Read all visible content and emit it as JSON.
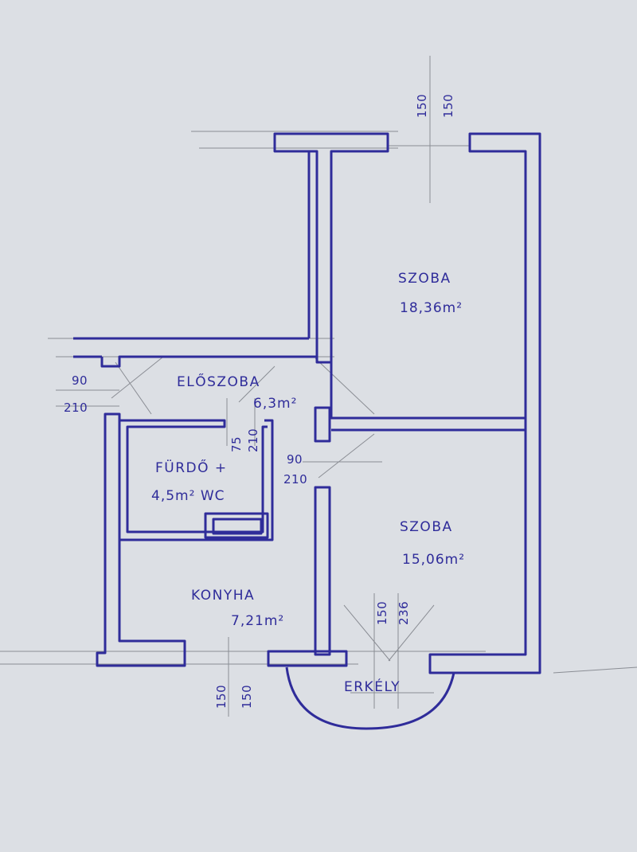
{
  "sheet": {
    "paper_color": "#dcdfe4",
    "ink_color": "#2f2c9a",
    "pencil_color": "#8a8d94"
  },
  "rooms": {
    "szoba_top": {
      "name": "SZOBA",
      "area": "18,36m²"
    },
    "eloszoba": {
      "name": "ELŐSZOBA",
      "area": "6,3m²"
    },
    "furdo": {
      "name": "FÜRDŐ +",
      "area": "4,5m² WC"
    },
    "szoba_bottom": {
      "name": "SZOBA",
      "area": "15,06m²"
    },
    "konyha": {
      "name": "KONYHA",
      "area": "7,21m²"
    },
    "erkely": {
      "name": "ERKÉLY"
    }
  },
  "dimensions": {
    "top_window": [
      "150",
      "150"
    ],
    "bottom_window": [
      "150",
      "150"
    ],
    "door_left_w": "90",
    "door_left_h": "210",
    "door_mid_w": "90",
    "door_mid_h": "210",
    "bath_door": [
      "75",
      "210"
    ],
    "balcony_door": [
      "150",
      "236"
    ]
  }
}
